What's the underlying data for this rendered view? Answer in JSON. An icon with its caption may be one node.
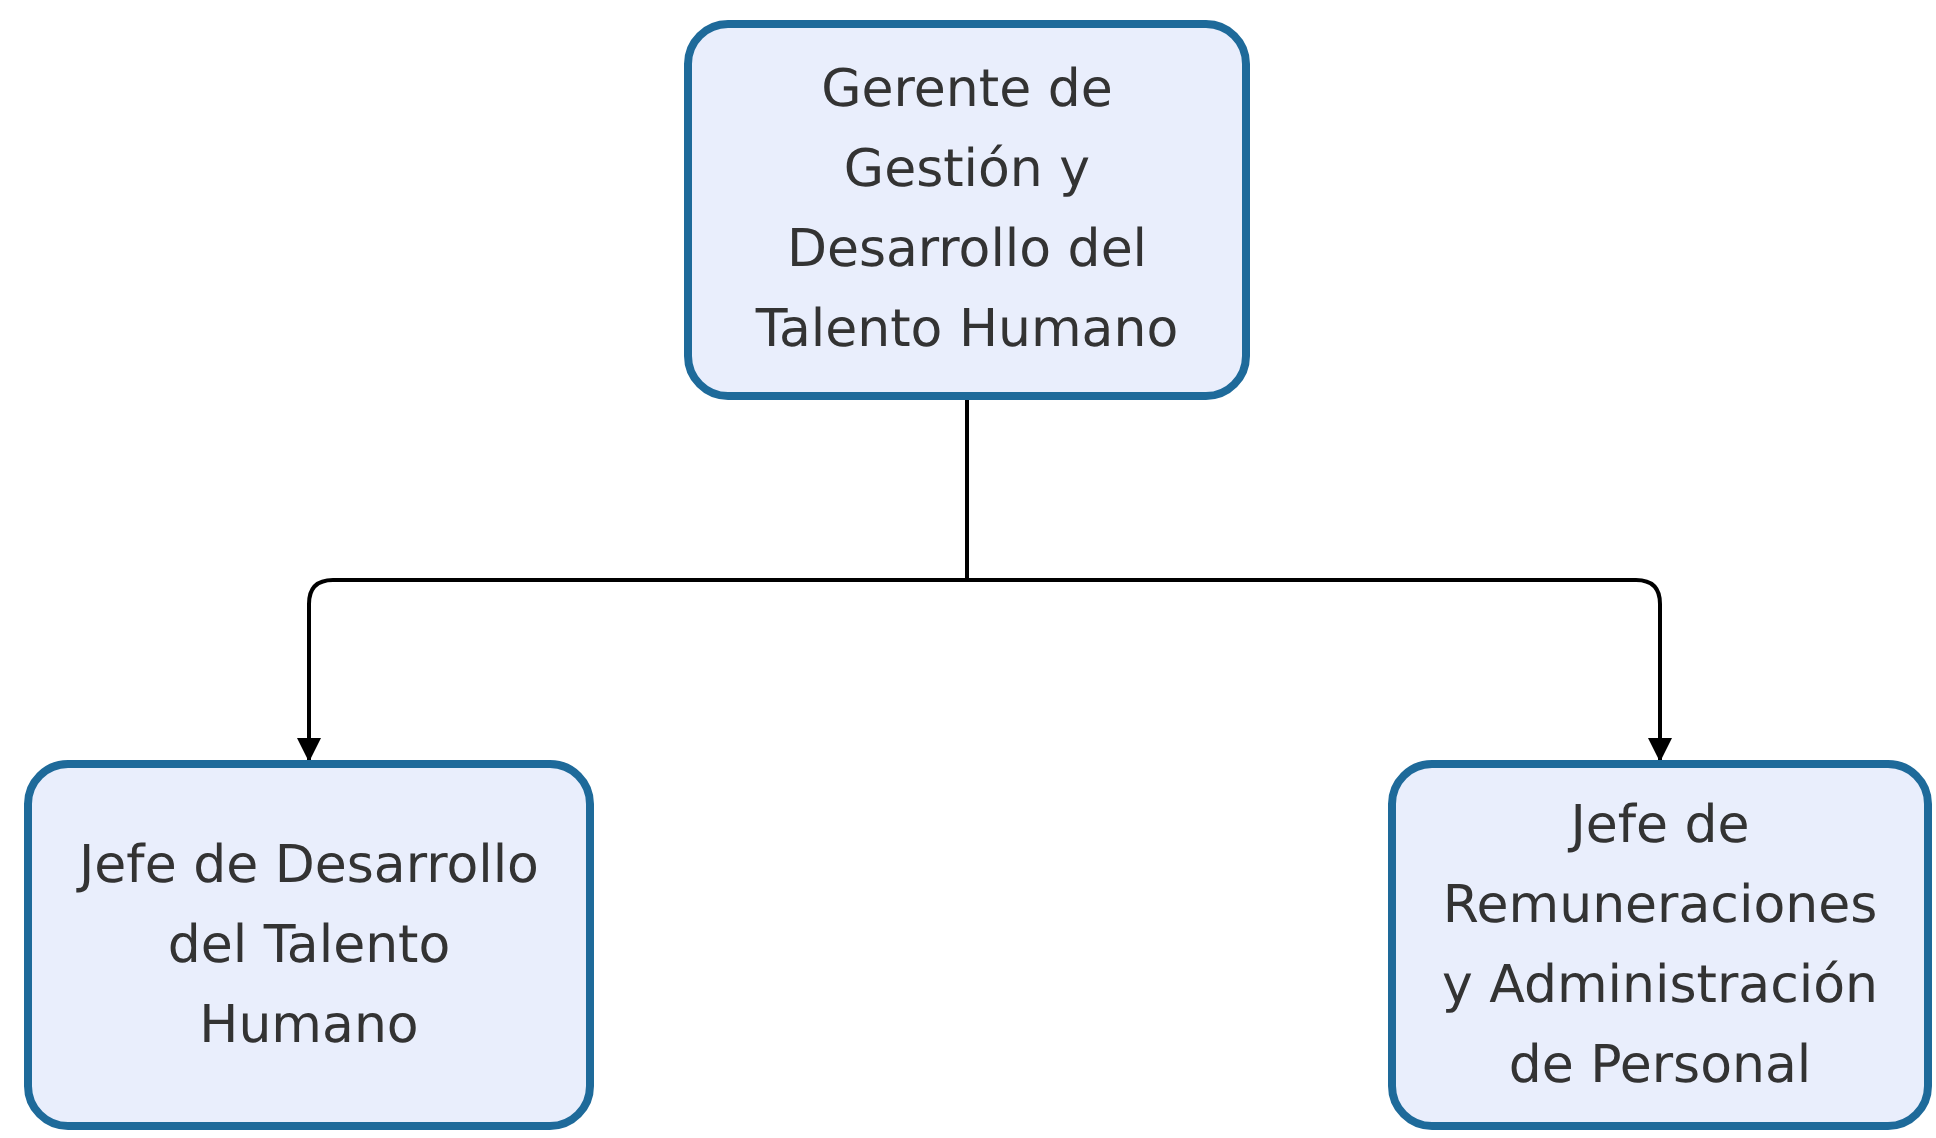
{
  "diagram": {
    "nodes": [
      {
        "text": [
          "Gerente de Gestión y Desarrollo del Talento Humano"
        ]
      },
      {
        "text": [
          "Jefe de Desarrollo del Talento Humano"
        ]
      },
      {
        "text": [
          "Jefe de Remuneraciones y Administración de Personal"
        ]
      }
    ],
    "edges": [
      {
        "from": 0,
        "to": 1,
        "arrow": "to"
      },
      {
        "from": 0,
        "to": 2,
        "arrow": "to"
      }
    ]
  }
}
